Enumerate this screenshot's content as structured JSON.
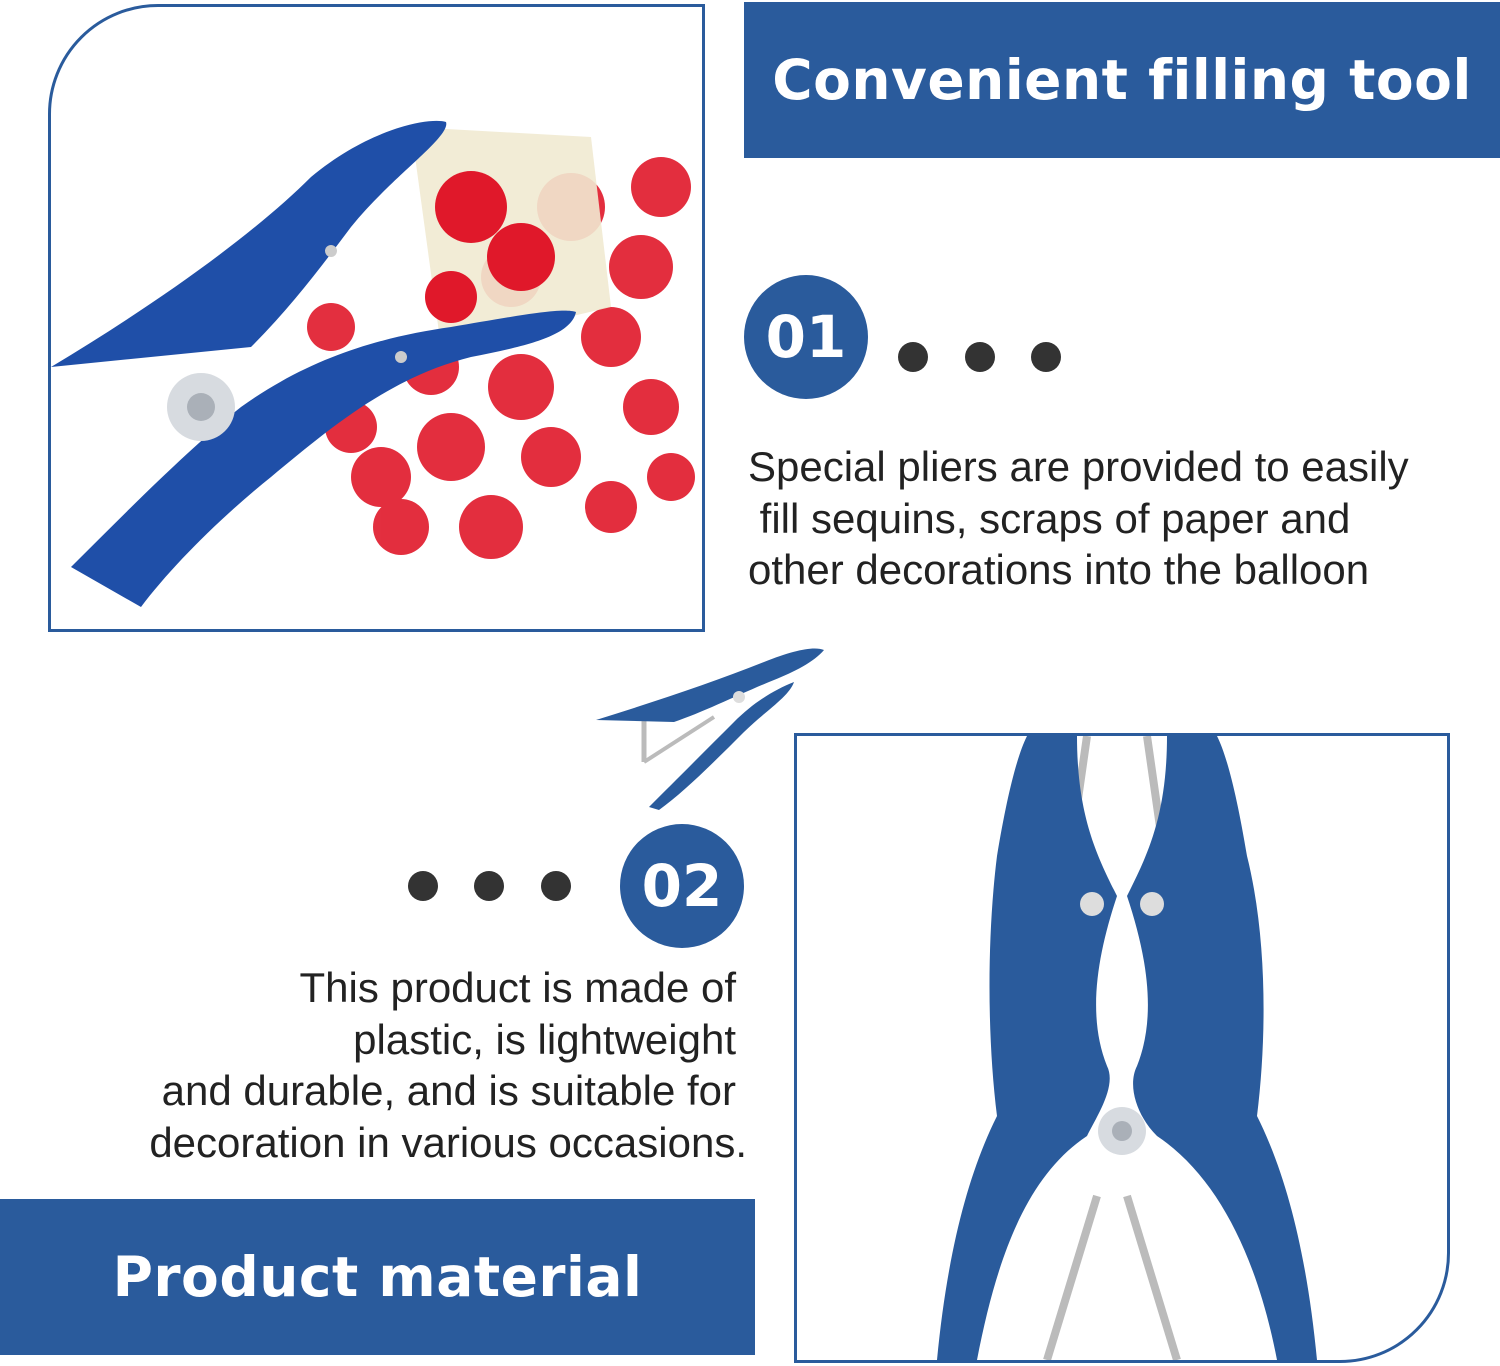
{
  "colors": {
    "brand_blue": "#2a5b9c",
    "dot": "#333333",
    "text": "#222222",
    "confetti_red": "#e0182a"
  },
  "section1": {
    "banner_title": "Convenient filling tool",
    "badge_number": "01",
    "description_lines": [
      "Special pliers are provided to easily",
      " fill sequins, scraps of paper and",
      "other decorations into the balloon"
    ]
  },
  "section2": {
    "banner_title": "Product material",
    "badge_number": "02",
    "description_lines": [
      "This product is made of",
      "plastic, is lightweight",
      "and durable, and is suitable for",
      "decoration in various occasions."
    ]
  }
}
